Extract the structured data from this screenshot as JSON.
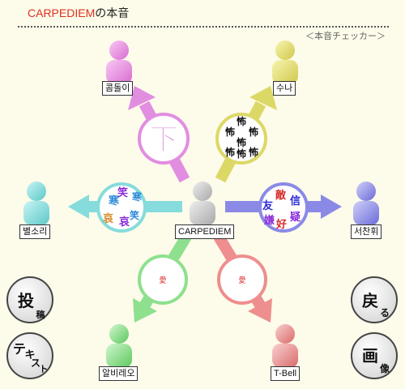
{
  "header": {
    "title_name": "CARPEDIEM",
    "title_suffix": "の本音",
    "checker_label": "＜本音チェッカー＞"
  },
  "center": {
    "label": "CARPEDIEM",
    "color": "#bdbdbd"
  },
  "people": [
    {
      "key": "top-left",
      "label": "콤돌이",
      "color": "#e886e2"
    },
    {
      "key": "top-right",
      "label": "수나",
      "color": "#e0dc66"
    },
    {
      "key": "left",
      "label": "별소리",
      "color": "#80dcdc"
    },
    {
      "key": "right",
      "label": "서찬휘",
      "color": "#8c8ce8"
    },
    {
      "key": "bottom-left",
      "label": "알비레오",
      "color": "#88e088"
    },
    {
      "key": "bottom-right",
      "label": "T-Bell",
      "color": "#ee8a8a"
    }
  ],
  "bubbles": {
    "top_left": {
      "chars": [
        "下"
      ],
      "color": "#cc66cc"
    },
    "top_right": {
      "chars": [
        "怖",
        "怖",
        "怖",
        "怖",
        "怖",
        "怖",
        "怖"
      ],
      "color": "#111"
    },
    "left": {
      "chars": [
        "寒",
        "笑",
        "寒",
        "哀",
        "哀",
        "笑"
      ],
      "colors": [
        "#2a8ad8",
        "#8a2ad8",
        "#2a8ad8",
        "#d88a2a",
        "#8a2ad8",
        "#2a8ad8"
      ]
    },
    "right": {
      "chars": [
        "敵",
        "信",
        "友",
        "嫌",
        "好",
        "疑"
      ],
      "colors": [
        "#d82a2a",
        "#2a2ad8",
        "#2a2ad8",
        "#8a2ad8",
        "#d82a2a",
        "#8a2ad8"
      ]
    },
    "bottom_left": {
      "chars": [
        "愛"
      ],
      "color": "#d82a2a"
    },
    "bottom_right": {
      "chars": [
        "愛"
      ],
      "color": "#d82a2a"
    }
  },
  "buttons": {
    "post": {
      "chars": [
        "投",
        "稿"
      ]
    },
    "text": {
      "chars": [
        "テ",
        "キ",
        "ス",
        "ト"
      ]
    },
    "back": {
      "chars": [
        "戻",
        "る"
      ]
    },
    "image": {
      "chars": [
        "画",
        "像"
      ]
    }
  },
  "colors": {
    "background": "#fdfbea",
    "title_name": "#e0301e"
  }
}
